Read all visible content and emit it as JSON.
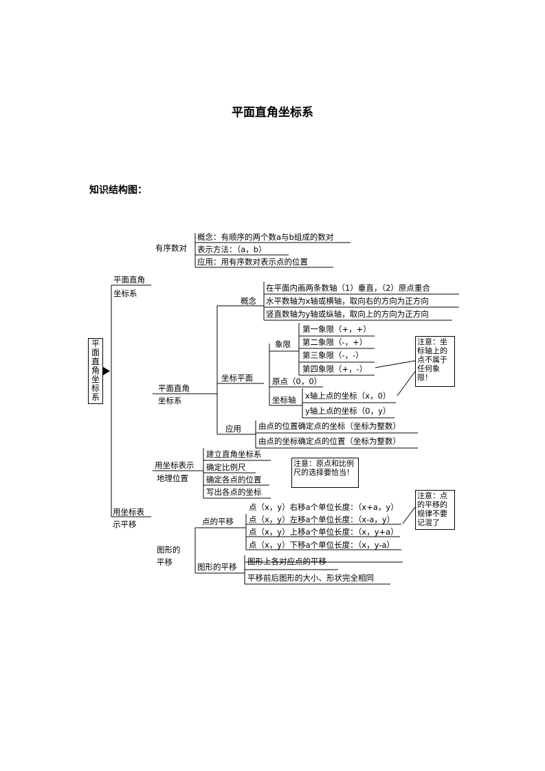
{
  "title": "平面直角坐标系",
  "subtitle": "知识结构图：",
  "root": "平面直角坐标系",
  "ordered_pair": {
    "label": "有序数对",
    "items": [
      "概念：有顺序的两个数a与b组成的数对",
      "表示方法：（a，b）",
      "应用：用有序数对表示点的位置"
    ]
  },
  "branch1": {
    "label_line1": "平面直角",
    "label_line2": "坐标系"
  },
  "system": {
    "label_line1": "平面直角",
    "label_line2": "坐标系",
    "concept": {
      "label": "概念",
      "items": [
        "在平面内画两条数轴（1）垂直，（2）原点重合",
        "水平数轴为x轴或横轴，取向右的方向为正方向",
        "竖直数轴为y轴或纵轴，取向上的方向为正方向"
      ]
    },
    "plane": {
      "label": "坐标平面",
      "quadrant": {
        "label": "象限",
        "items": [
          "第一象限（+，+）",
          "第二象限（-，+）",
          "第三象限（-，-）",
          "第四象限（+，-）"
        ]
      },
      "origin": "原点（0，0）",
      "axis": {
        "label": "坐标轴",
        "items": [
          "x轴上点的坐标（x，0）",
          "y轴上点的坐标（0，y）"
        ]
      }
    },
    "application": {
      "label": "应用",
      "items": [
        "由点的位置确定点的坐标（坐标为整数）",
        "由点的坐标确定点的位置（坐标为整数）"
      ]
    }
  },
  "note1": "注意：坐标轴上的点不属于任何象限！",
  "geo": {
    "label_line1": "用坐标表示",
    "label_line2": "地理位置",
    "items": [
      "建立直角坐标系",
      "确定比例尺",
      "确定各点的位置",
      "写出各点的坐标"
    ]
  },
  "note2": "注意：原点和比例尺的选择要恰当！",
  "translate": {
    "label_line1": "用坐标表",
    "label_line2": "示平移"
  },
  "shape": {
    "label_line1": "图形的",
    "label_line2": "平移",
    "point": {
      "label": "点的平移",
      "items": [
        "点（x，y）右移a个单位长度：（x+a，y）",
        "点（x，y）左移a个单位长度：（x-a，y）",
        "点（x，y）上移a个单位长度：（x，y+a）",
        "点（x，y）下移a个单位长度：（x，y-a）"
      ]
    },
    "figure": {
      "label": "图形的平移",
      "items": [
        "图形上各对应点的平移",
        "平移前后图形的大小、形状完全相同"
      ]
    }
  },
  "note3": "注意：点的平移的规律不要记混了"
}
